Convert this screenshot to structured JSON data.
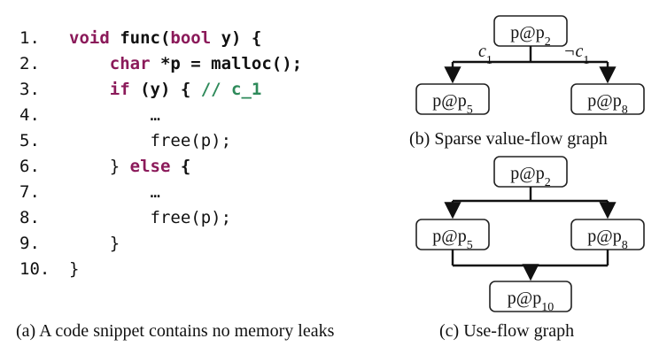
{
  "code": {
    "lines": [
      {
        "num": "1.",
        "parts": [
          {
            "t": "void ",
            "c": "kw"
          },
          {
            "t": "func(",
            "c": "bold"
          },
          {
            "t": "bool",
            "c": "kw"
          },
          {
            "t": " y) {",
            "c": "bold"
          }
        ]
      },
      {
        "num": "2.",
        "parts": [
          {
            "t": "    ",
            "c": ""
          },
          {
            "t": "char",
            "c": "kw"
          },
          {
            "t": " *p = malloc();",
            "c": "bold"
          }
        ]
      },
      {
        "num": "3.",
        "parts": [
          {
            "t": "    ",
            "c": ""
          },
          {
            "t": "if",
            "c": "kw"
          },
          {
            "t": " (y) { ",
            "c": "bold"
          },
          {
            "t": "// c_1",
            "c": "cmt"
          }
        ]
      },
      {
        "num": "4.",
        "parts": [
          {
            "t": "        …",
            "c": ""
          }
        ]
      },
      {
        "num": "5.",
        "parts": [
          {
            "t": "        free(p);",
            "c": ""
          }
        ]
      },
      {
        "num": "6.",
        "parts": [
          {
            "t": "    } ",
            "c": ""
          },
          {
            "t": "else",
            "c": "kw"
          },
          {
            "t": " {",
            "c": "bold"
          }
        ]
      },
      {
        "num": "7.",
        "parts": [
          {
            "t": "        …",
            "c": ""
          }
        ]
      },
      {
        "num": "8.",
        "parts": [
          {
            "t": "        free(p);",
            "c": ""
          }
        ]
      },
      {
        "num": "9.",
        "parts": [
          {
            "t": "    }",
            "c": ""
          }
        ]
      },
      {
        "num": "10.",
        "parts": [
          {
            "t": "}",
            "c": ""
          }
        ]
      }
    ]
  },
  "captions": {
    "a": "(a) A code snippet contains no memory leaks",
    "b": "(b) Sparse value-flow graph",
    "c": "(c) Use-flow graph"
  },
  "graph_b": {
    "nodes": {
      "root": "p@p",
      "root_sub": "2",
      "left": "p@p",
      "left_sub": "5",
      "right": "p@p",
      "right_sub": "8"
    },
    "edge_labels": {
      "left": "c",
      "left_sub": "1",
      "right": "¬c",
      "right_sub": "1"
    }
  },
  "graph_c": {
    "nodes": {
      "root": "p@p",
      "root_sub": "2",
      "left": "p@p",
      "left_sub": "5",
      "right": "p@p",
      "right_sub": "8",
      "bottom": "p@p",
      "bottom_sub": "10"
    }
  }
}
